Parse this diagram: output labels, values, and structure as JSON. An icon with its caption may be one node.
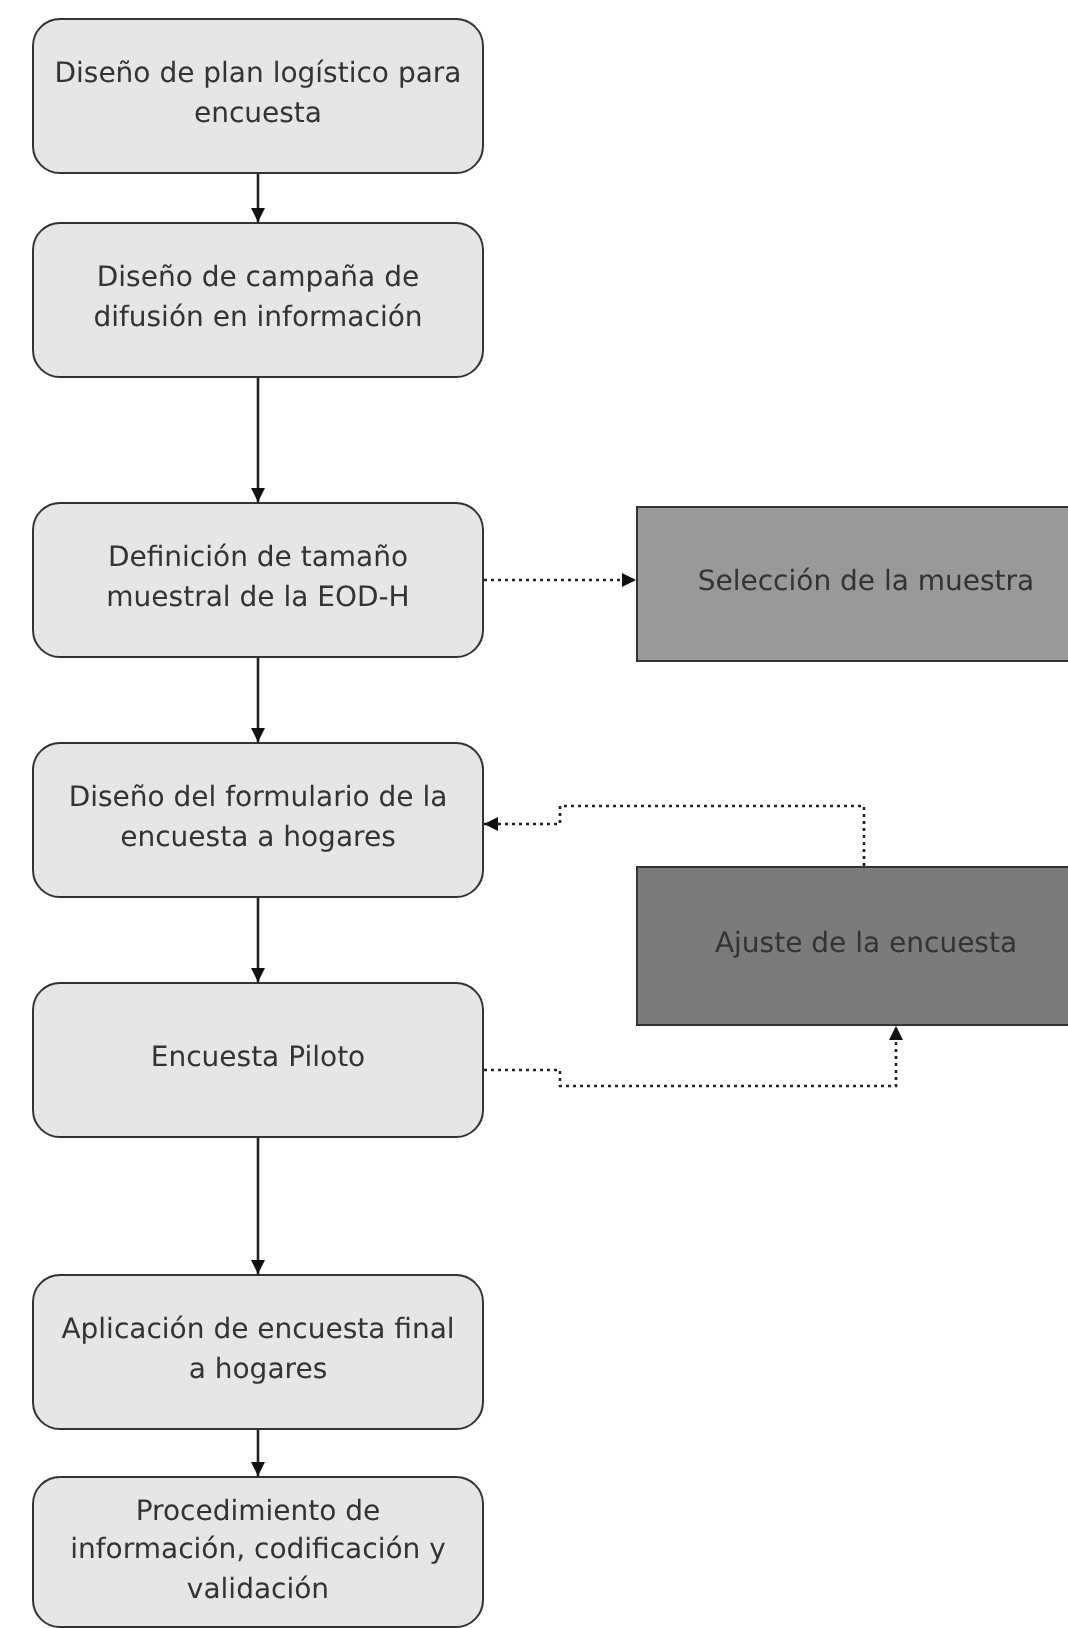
{
  "diagram": {
    "nodes": [
      {
        "text": [
          "Diseño de plan logístico para encuesta"
        ]
      },
      {
        "text": [
          "Diseño de campaña de difusión en información"
        ]
      },
      {
        "text": [
          "Definición de tamaño muestral de la EOD-H"
        ]
      },
      {
        "text": [
          "Selección de la muestra"
        ]
      },
      {
        "text": [
          "Diseño del formulario de la encuesta a hogares"
        ]
      },
      {
        "text": [
          "Ajuste de la encuesta"
        ]
      },
      {
        "text": [
          "Encuesta Piloto"
        ]
      },
      {
        "text": [
          "Aplicación de encuesta final a hogares"
        ]
      },
      {
        "text": [
          "Procedimiento de información, codificación y validación"
        ]
      }
    ],
    "edges": [
      {
        "from": 0,
        "to": 1,
        "arrow": "to"
      },
      {
        "from": 1,
        "to": 2,
        "arrow": "to"
      },
      {
        "from": 2,
        "to": 3,
        "arrow": "to",
        "style": "dashed"
      },
      {
        "from": 2,
        "to": 4,
        "arrow": "to"
      },
      {
        "from": 5,
        "to": 4,
        "arrow": "to",
        "style": "dashed"
      },
      {
        "from": 4,
        "to": 6,
        "arrow": "to"
      },
      {
        "from": 6,
        "to": 5,
        "arrow": "to",
        "style": "dashed"
      },
      {
        "from": 6,
        "to": 7,
        "arrow": "to"
      },
      {
        "from": 7,
        "to": 8,
        "arrow": "to"
      }
    ]
  }
}
